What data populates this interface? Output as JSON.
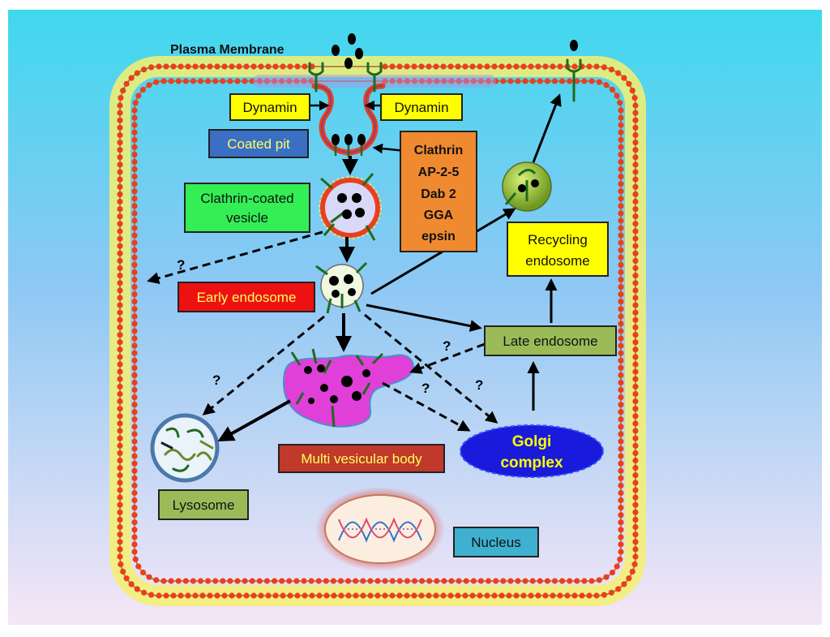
{
  "title": "Plasma Membrane",
  "labels": {
    "dynamin_left": "Dynamin",
    "dynamin_right": "Dynamin",
    "coated_pit": "Coated pit",
    "clathrin_vesicle_line1": "Clathrin-coated",
    "clathrin_vesicle_line2": "vesicle",
    "early_endosome": "Early endosome",
    "recycling_line1": "Recycling",
    "recycling_line2": "endosome",
    "late_endosome": "Late endosome",
    "mvb": "Multi vesicular body",
    "lysosome": "Lysosome",
    "golgi_line1": "Golgi",
    "golgi_line2": "complex",
    "nucleus": "Nucleus"
  },
  "adaptors": [
    "Clathrin",
    "AP-2-5",
    "Dab 2",
    "GGA",
    "epsin"
  ],
  "unknown_marks": [
    "?",
    "?",
    "?",
    "?",
    "?",
    "?"
  ],
  "colors": {
    "membrane_bead": "#e8401c",
    "receptor": "#1f6a1f",
    "dynamin_box": "#ffff00",
    "coated_pit_box": "#3a6fc4",
    "clathrin_box": "#33ee55",
    "adaptor_box": "#f08a30",
    "early_box": "#ee1111",
    "late_box": "#9bbb59",
    "recycling_box": "#ffff00",
    "mvb_box": "#c0392b",
    "mvb_body": "#e040d8",
    "golgi_fill": "#1a1adc",
    "golgi_text": "#ffff00",
    "nucleus_box": "#3fb0d0",
    "lysosome_box": "#9bbb59"
  }
}
